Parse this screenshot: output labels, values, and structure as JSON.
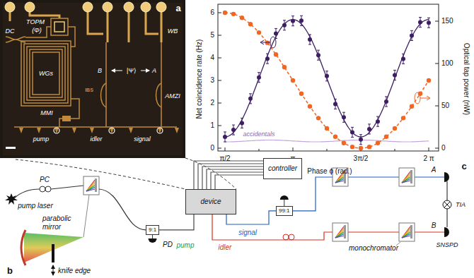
{
  "diagram": {
    "nodes": [
      {
        "text": [
          "device"
        ]
      },
      {
        "text": [
          "controller"
        ]
      },
      {
        "text": [
          "9:1"
        ]
      },
      {
        "text": [
          "99:1"
        ]
      }
    ],
    "edges": [
      {
        "from": 0,
        "to": 1,
        "arrow": "none"
      },
      {
        "from": 2,
        "to": 0,
        "arrow": "none"
      },
      {
        "from": 0,
        "to": 3,
        "arrow": "none"
      }
    ],
    "labels": [
      "a",
      "DC",
      "TOPM",
      "(Φ)",
      "WGs",
      "IBS",
      "MMI",
      "pump",
      "idler",
      "signal",
      "B",
      "|Ψ⟩",
      "A",
      "AMZI",
      "WB",
      "6",
      "5",
      "4",
      "3",
      "2",
      "1",
      "0",
      "150",
      "100",
      "50",
      "0",
      "π/2",
      "π",
      "3π/2",
      "2 π",
      "Net coincidence rate (Hz)",
      "Optical tap power (nW)",
      "Phase ϕ (rad.)",
      "accidentals",
      "c",
      "b",
      "pump laser",
      "PC",
      "parabolic mirror",
      "knife edge",
      "PD",
      "pump",
      "idler",
      "signal",
      "monochromator",
      "A",
      "B",
      "TIA",
      "SNSPD"
    ]
  }
}
